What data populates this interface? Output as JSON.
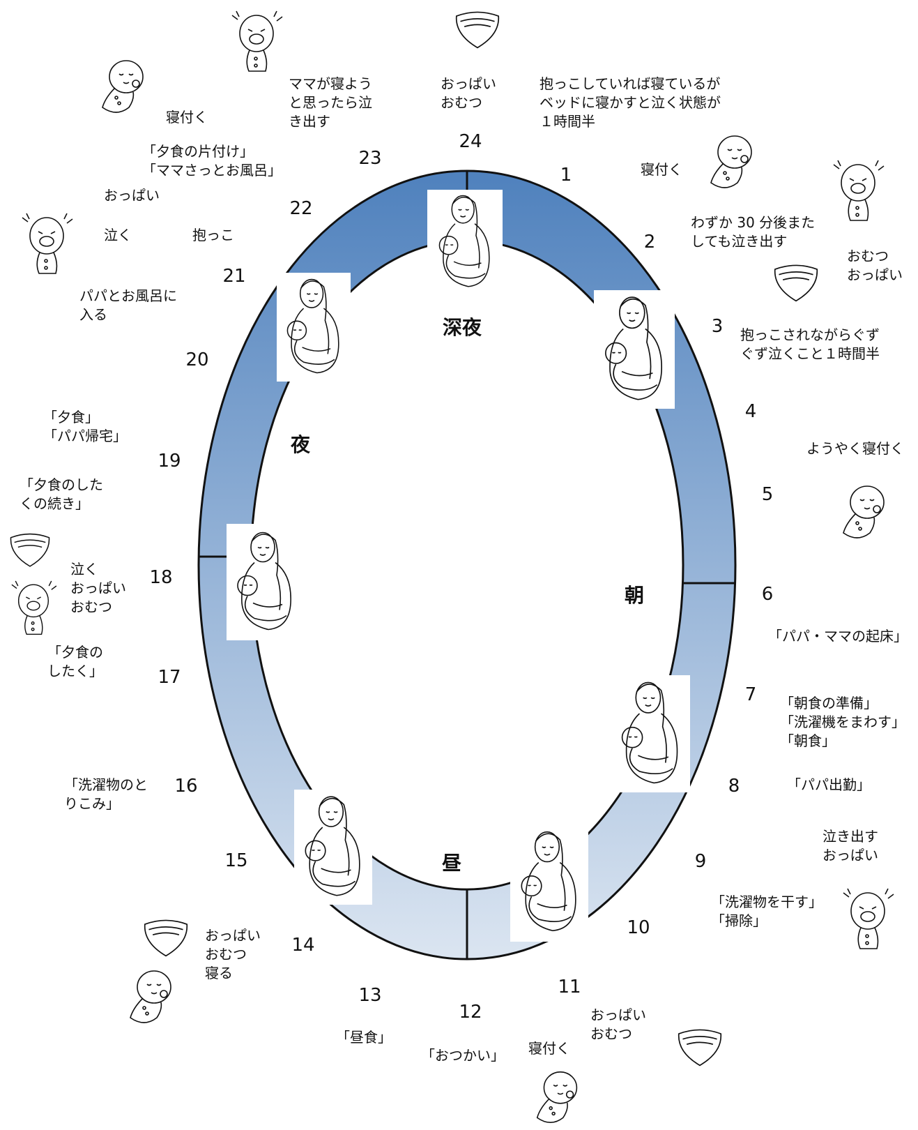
{
  "hours": [
    "1",
    "2",
    "3",
    "4",
    "5",
    "6",
    "7",
    "8",
    "9",
    "10",
    "11",
    "12",
    "13",
    "14",
    "15",
    "16",
    "17",
    "18",
    "19",
    "20",
    "21",
    "22",
    "23",
    "24"
  ],
  "periods": {
    "late_night": "深夜",
    "morning": "朝",
    "daytime": "昼",
    "night": "夜"
  },
  "notes": {
    "h24_feed": "おっぱい\nおむつ",
    "h24_long": "抱っこしていれば寝ているが\nベッドに寝かすと泣く状態が\n１時間半",
    "h1": "寝付く",
    "h2": "わずか 30 分後また\nしても泣き出す",
    "h2b": "おむつ\nおっぱい",
    "h3": "抱っこされながらぐず\nぐず泣くこと１時間半",
    "h5": "ようやく寝付く",
    "h6": "「パパ・ママの起床」",
    "h7": "「朝食の準備」\n「洗濯機をまわす」\n「朝食」",
    "h8": "「パパ出勤」",
    "h9a": "泣き出す\nおっぱい",
    "h9b": "「洗濯物を干す」\n「掃除」",
    "h11": "おっぱい\nおむつ",
    "h11b": "寝付く",
    "h12": "「おつかい」",
    "h13": "「昼食」",
    "h14": "おっぱい\nおむつ\n寝る",
    "h16": "「洗濯物のと\nりこみ」",
    "h17": "「夕食の\nしたく」",
    "h18": "泣く\nおっぱい\nおむつ",
    "h19a": "「夕食」\n「パパ帰宅」",
    "h19b": "「夕食のした\nくの続き」",
    "h21": "パパとお風呂に\n入る",
    "h21b": "泣く",
    "h21c": "抱っこ",
    "h22": "おっぱい",
    "h23a": "寝付く",
    "h23b": "「夕食の片付け」\n「ママさっとお風呂」",
    "h23c": "ママが寝よう\nと思ったら泣\nき出す"
  },
  "colors": {
    "ring_top": "#4f81bd",
    "ring_bottom": "#dbe5f1",
    "outline": "#111111"
  }
}
